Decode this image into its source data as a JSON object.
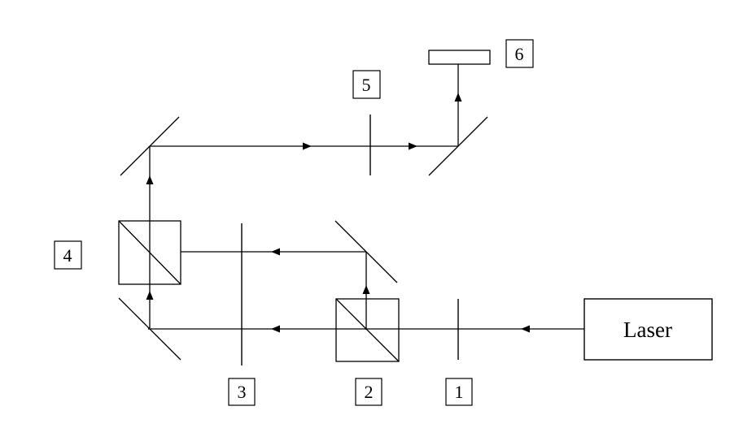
{
  "diagram": {
    "laser_label": "Laser",
    "component_labels": {
      "c1": "1",
      "c2": "2",
      "c3": "3",
      "c4": "4",
      "c5": "5",
      "c6": "6"
    }
  },
  "colors": {
    "stroke": "#000000",
    "background": "#ffffff"
  }
}
